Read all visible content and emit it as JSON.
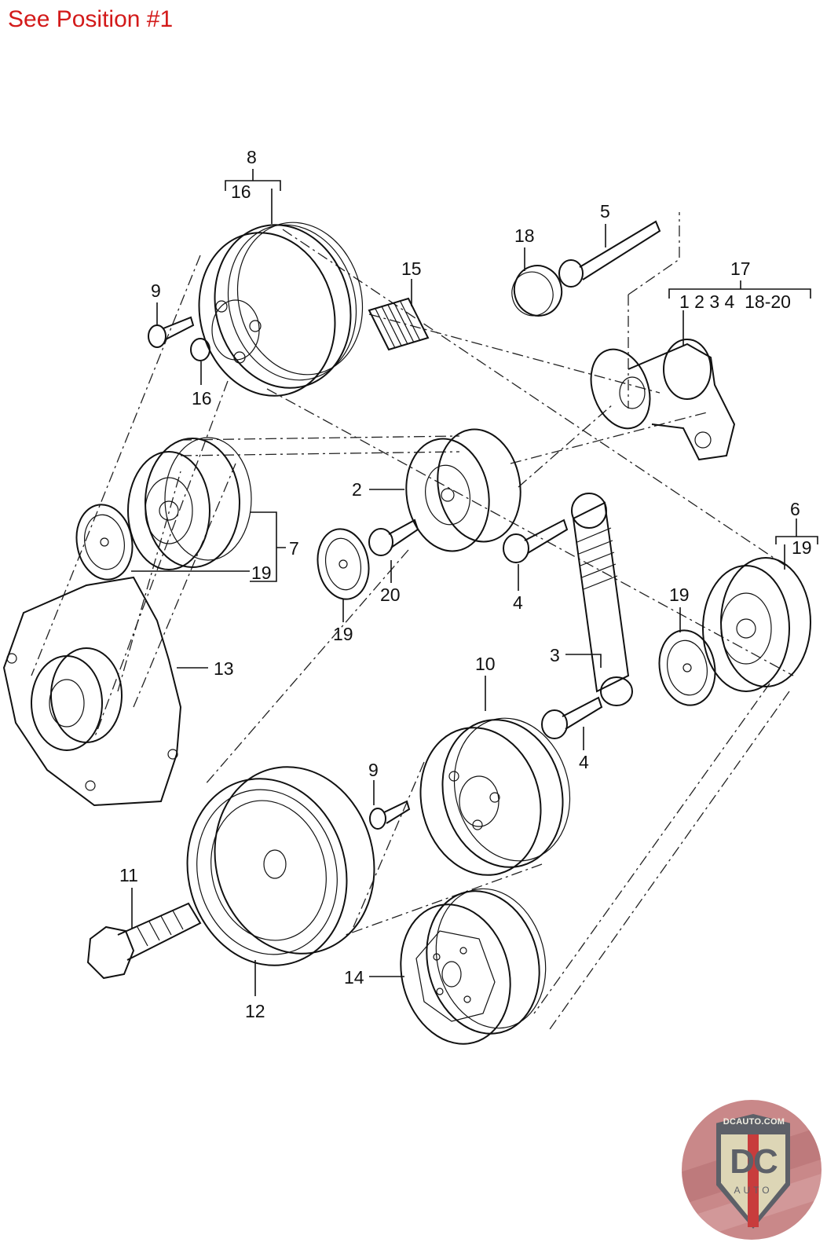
{
  "header": {
    "text": "See Position #1",
    "color": "#d31a1a"
  },
  "callouts": {
    "c1": "1",
    "c2": "2",
    "c3": "3",
    "c4a": "4",
    "c4b": "4",
    "c5": "5",
    "c6": "6",
    "c6sub": "19",
    "c7": "7",
    "c8": "8",
    "c8sub": "16",
    "c9a": "9",
    "c9b": "9",
    "c10": "10",
    "c11": "11",
    "c12": "12",
    "c13": "13",
    "c14": "14",
    "c15": "15",
    "c16": "16",
    "c17": "17",
    "c17sub": "1 2 3 4  18-20",
    "c18": "18",
    "c19a": "19",
    "c19b": "19",
    "c19c": "19",
    "c20": "20"
  },
  "parts": [
    {
      "id": "1",
      "name": "tensioner-bracket"
    },
    {
      "id": "2",
      "name": "idler-pulley"
    },
    {
      "id": "3",
      "name": "tensioner-damper"
    },
    {
      "id": "4",
      "name": "torx-bolt"
    },
    {
      "id": "5",
      "name": "long-bolt"
    },
    {
      "id": "6",
      "name": "deflection-pulley"
    },
    {
      "id": "7",
      "name": "deflection-pulley-assembly"
    },
    {
      "id": "8",
      "name": "power-steering-pulley"
    },
    {
      "id": "9",
      "name": "bolt"
    },
    {
      "id": "10",
      "name": "pulley"
    },
    {
      "id": "11",
      "name": "crankshaft-bolt"
    },
    {
      "id": "12",
      "name": "vibration-damper"
    },
    {
      "id": "13",
      "name": "alternator-pulley-housing"
    },
    {
      "id": "14",
      "name": "ac-compressor-pulley"
    },
    {
      "id": "15",
      "name": "poly-v-belt"
    },
    {
      "id": "16",
      "name": "washer"
    },
    {
      "id": "17",
      "name": "tensioner-assembly"
    },
    {
      "id": "18",
      "name": "cap"
    },
    {
      "id": "19",
      "name": "cover-cap"
    },
    {
      "id": "20",
      "name": "bolt"
    }
  ],
  "logo": {
    "top_text": "DCAUTO.COM",
    "main_text": "DC",
    "sub_text": "AUTO",
    "circle_color": "#c98889",
    "shield_color": "#5d6068",
    "stripe_color": "#c83c3c",
    "inner_color": "#ddd6b6"
  }
}
